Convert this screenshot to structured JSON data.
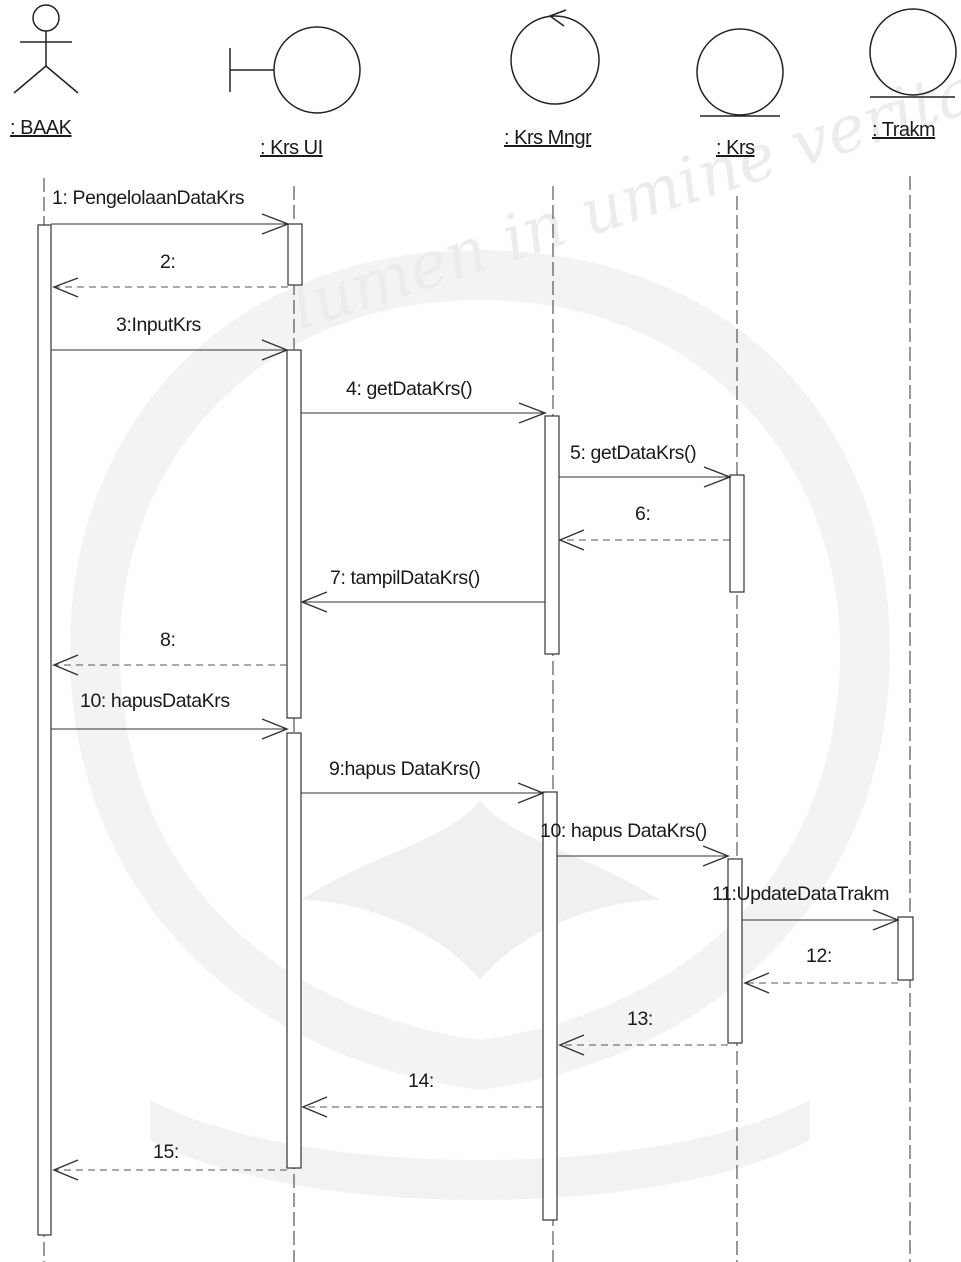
{
  "watermark": {
    "text": "lumen in umine veritatis"
  },
  "objects": [
    {
      "id": "baak",
      "label": ": BAAK",
      "kind": "actor"
    },
    {
      "id": "krsui",
      "label": ": Krs UI",
      "kind": "boundary"
    },
    {
      "id": "krsmngr",
      "label": ": Krs Mngr",
      "kind": "control"
    },
    {
      "id": "krs",
      "label": ": Krs",
      "kind": "entity"
    },
    {
      "id": "trakm",
      "label": ": Trakm",
      "kind": "entity"
    }
  ],
  "messages": [
    {
      "label": "1: PengelolaanDataKrs",
      "from": "baak",
      "to": "krsui",
      "type": "call"
    },
    {
      "label": "2:",
      "from": "krsui",
      "to": "baak",
      "type": "return"
    },
    {
      "label": "3:InputKrs",
      "from": "baak",
      "to": "krsui",
      "type": "call"
    },
    {
      "label": "4: getDataKrs()",
      "from": "krsui",
      "to": "krsmngr",
      "type": "call"
    },
    {
      "label": "5: getDataKrs()",
      "from": "krsmngr",
      "to": "krs",
      "type": "call"
    },
    {
      "label": "6:",
      "from": "krs",
      "to": "krsmngr",
      "type": "return"
    },
    {
      "label": "7: tampilDataKrs()",
      "from": "krsmngr",
      "to": "krsui",
      "type": "call"
    },
    {
      "label": "8:",
      "from": "krsui",
      "to": "baak",
      "type": "return"
    },
    {
      "label": "10: hapusDataKrs",
      "from": "baak",
      "to": "krsui",
      "type": "call"
    },
    {
      "label": "9:hapus DataKrs()",
      "from": "krsui",
      "to": "krsmngr",
      "type": "call"
    },
    {
      "label": "10: hapus DataKrs()",
      "from": "krsmngr",
      "to": "krs",
      "type": "call"
    },
    {
      "label": "11:UpdateDataTrakm",
      "from": "krs",
      "to": "trakm",
      "type": "call"
    },
    {
      "label": "12:",
      "from": "trakm",
      "to": "krs",
      "type": "return"
    },
    {
      "label": "13:",
      "from": "krs",
      "to": "krsmngr",
      "type": "return"
    },
    {
      "label": "14:",
      "from": "krsmngr",
      "to": "krsui",
      "type": "return"
    },
    {
      "label": "15:",
      "from": "krsui",
      "to": "baak",
      "type": "return"
    }
  ]
}
